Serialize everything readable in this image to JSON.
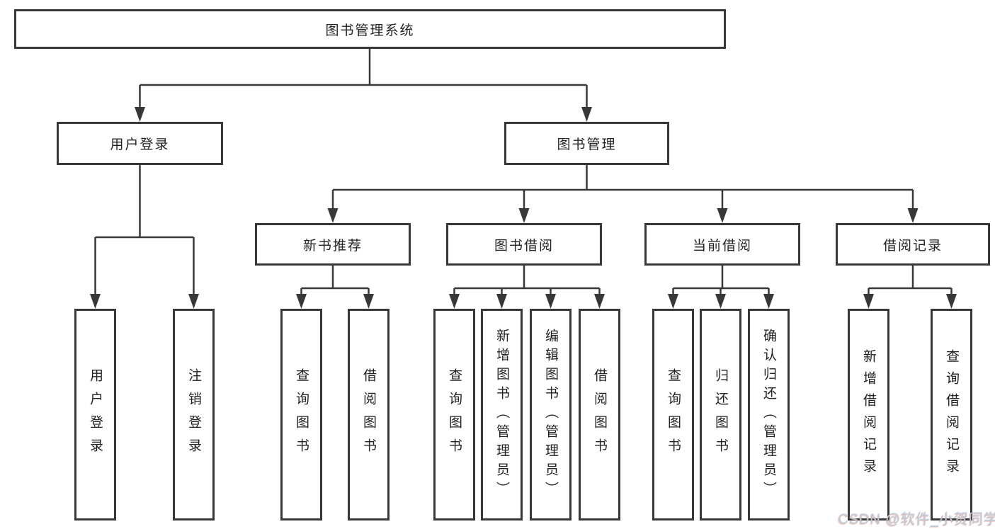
{
  "tree": {
    "label": "图书管理系统",
    "children": [
      {
        "label": "用户登录",
        "children": [
          {
            "label": "用户登录"
          },
          {
            "label": "注销登录"
          }
        ]
      },
      {
        "label": "图书管理",
        "children": [
          {
            "label": "新书推荐",
            "children": [
              {
                "label": "查询图书"
              },
              {
                "label": "借阅图书"
              }
            ]
          },
          {
            "label": "图书借阅",
            "children": [
              {
                "label": "查询图书"
              },
              {
                "label": "新增图书（管理员）"
              },
              {
                "label": "编辑图书（管理员）"
              },
              {
                "label": "借阅图书"
              }
            ]
          },
          {
            "label": "当前借阅",
            "children": [
              {
                "label": "查询图书"
              },
              {
                "label": "归还图书"
              },
              {
                "label": "确认归还（管理员）"
              }
            ]
          },
          {
            "label": "借阅记录",
            "children": [
              {
                "label": "新增借阅记录"
              },
              {
                "label": "查询借阅记录"
              }
            ]
          }
        ]
      }
    ]
  },
  "watermark": {
    "text": "CSDN @软件_小贺同学"
  },
  "colors": {
    "line": "#383838",
    "box_border": "#383838",
    "text": "#222222",
    "background": "#ffffff",
    "watermark": "#c7c7c7"
  }
}
